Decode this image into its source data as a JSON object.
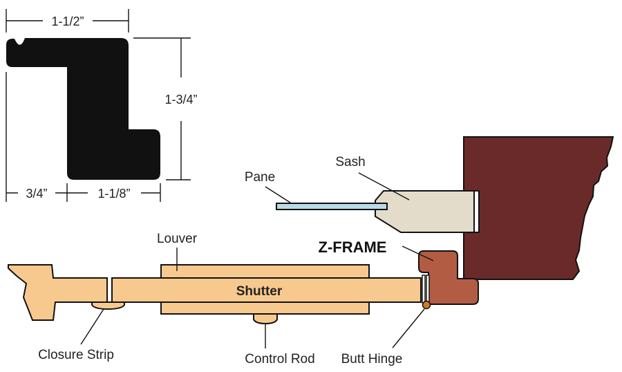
{
  "dimensions": {
    "top_width": "1-1/2”",
    "height": "1-3/4”",
    "bottom_left": "3/4”",
    "bottom_right": "1-1/8”"
  },
  "labels": {
    "sash": "Sash",
    "pane": "Pane",
    "louver": "Louver",
    "z_frame": "Z-FRAME",
    "shutter": "Shutter",
    "closure_strip": "Closure Strip",
    "control_rod": "Control Rod",
    "butt_hinge": "Butt Hinge"
  },
  "colors": {
    "profile": "#111111",
    "wall": "#6b2a2a",
    "sash": "#e4dccb",
    "pane": "#b9dbe6",
    "wood": "#f8c98f",
    "z_frame": "#b25d43",
    "hinge": "#d07a22",
    "outline": "#111111"
  }
}
